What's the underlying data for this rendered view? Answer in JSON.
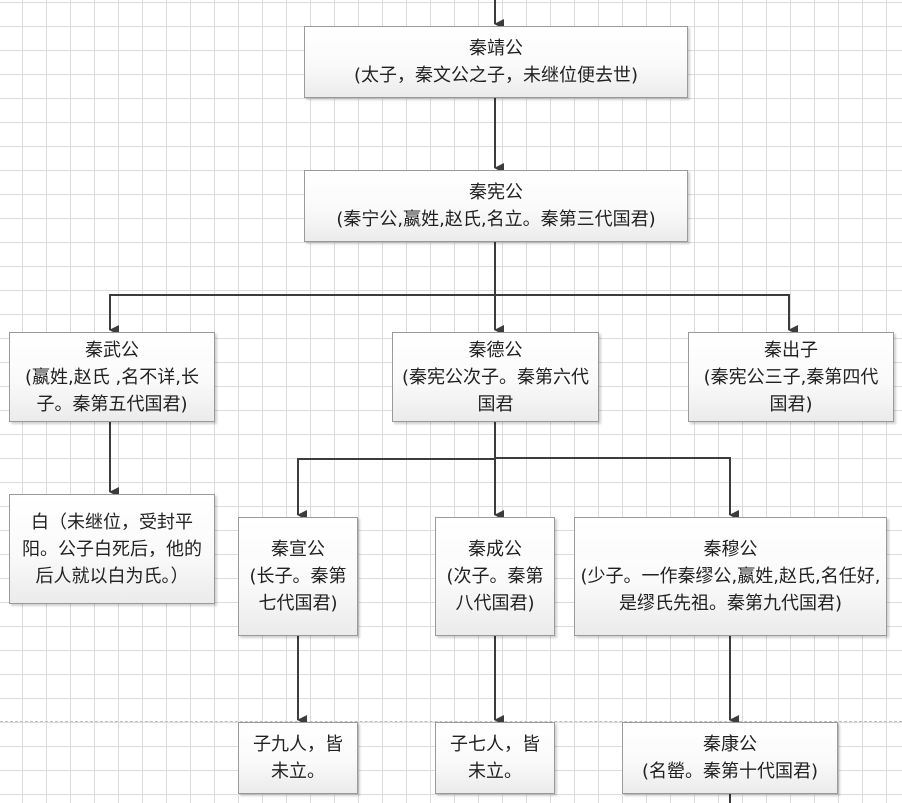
{
  "diagram": {
    "type": "genealogy-flowchart",
    "colors": {
      "line": "#3c3c3c",
      "box_border": "#9a9a9a",
      "grid": "#d0d0d0"
    },
    "nodes": {
      "jinggong": {
        "title": "秦靖公",
        "desc": "(太子，秦文公之子，未继位便去世)"
      },
      "xiangong": {
        "title": "秦宪公",
        "desc": "(秦宁公,嬴姓,赵氏,名立。秦第三代国君)"
      },
      "wugong": {
        "title": "秦武公",
        "desc": "(嬴姓,赵氏 ,名不详,长子。秦第五代国君)"
      },
      "degong": {
        "title": "秦德公",
        "desc": "(秦宪公次子。秦第六代国君"
      },
      "chuzi": {
        "title": "秦出子",
        "desc": "(秦宪公三子,秦第四代国君)"
      },
      "bai": {
        "title": "",
        "desc": "白（未继位，受封平阳。公子白死后，他的后人就以白为氏。）"
      },
      "xuangong": {
        "title": "秦宣公",
        "desc": "(长子。秦第七代国君)"
      },
      "chenggong": {
        "title": "秦成公",
        "desc": "(次子。秦第八代国君)"
      },
      "mugong": {
        "title": "秦穆公",
        "desc": "(少子。一作秦缪公,嬴姓,赵氏,名任好,是缪氏先祖。秦第九代国君)"
      },
      "xuangong_sons": {
        "title": "",
        "desc": "子九人，皆未立。"
      },
      "chenggong_sons": {
        "title": "",
        "desc": "子七人，皆未立。"
      },
      "kanggong": {
        "title": "秦康公",
        "desc": "(名罃。秦第十代国君)"
      }
    },
    "edges": [
      [
        "top",
        "jinggong"
      ],
      [
        "jinggong",
        "xiangong"
      ],
      [
        "xiangong",
        "wugong"
      ],
      [
        "xiangong",
        "degong"
      ],
      [
        "xiangong",
        "chuzi"
      ],
      [
        "wugong",
        "bai"
      ],
      [
        "degong",
        "xuangong"
      ],
      [
        "degong",
        "chenggong"
      ],
      [
        "degong",
        "mugong"
      ],
      [
        "xuangong",
        "xuangong_sons"
      ],
      [
        "chenggong",
        "chenggong_sons"
      ],
      [
        "mugong",
        "kanggong"
      ],
      [
        "kanggong",
        "bottom"
      ]
    ]
  }
}
